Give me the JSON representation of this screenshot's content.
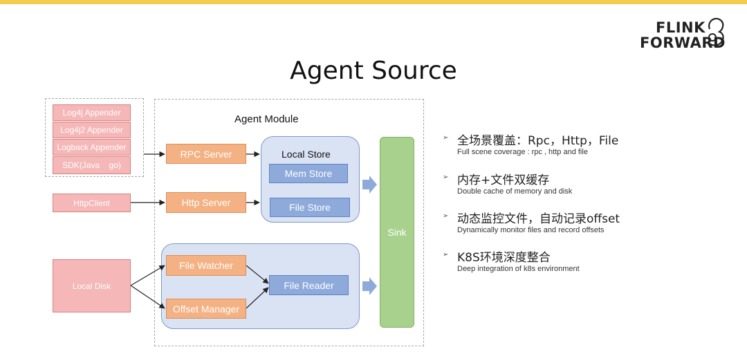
{
  "slide": {
    "title": "Agent Source"
  },
  "logo": {
    "line1": "FLINK",
    "line2": "FORWARD"
  },
  "sources": {
    "log4j": "Log4j Appender",
    "log4j2": "Log4j2 Appender",
    "logback": "Logback Appender",
    "sdk": "SDK(Java    go)",
    "httpclient": "HttpClient",
    "localdisk": "Local Disk"
  },
  "module": {
    "title": "Agent Module",
    "rpc_server": "RPC Server",
    "http_server": "Http Server",
    "local_store": "Local Store",
    "mem_store": "Mem Store",
    "file_store": "File Store",
    "file_watcher": "File Watcher",
    "offset_manager": "Offset Manager",
    "file_reader": "File Reader",
    "sink": "Sink"
  },
  "features": [
    {
      "title": "全场景覆盖：Rpc，Http，File",
      "subtitle": "Full scene coverage : rpc , http and file"
    },
    {
      "title": "内存+文件双缓存",
      "subtitle": "Double cache of memory and disk"
    },
    {
      "title": "动态监控文件，自动记录offset",
      "subtitle": "Dynamically monitor files and record offsets"
    },
    {
      "title": "K8S环境深度整合",
      "subtitle": "Deep integration of k8s environment"
    }
  ],
  "colors": {
    "accent_bar": "#f2cc4a",
    "source": "#f5b7b7",
    "server": "#f4b183",
    "store": "#8eaadb",
    "group": "#dae3f3",
    "sink": "#a9d18e"
  }
}
